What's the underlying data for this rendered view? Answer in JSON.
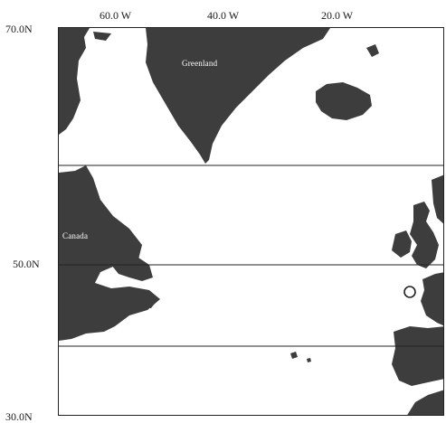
{
  "map": {
    "longitude_labels": [
      {
        "name": "lon-60w",
        "text": "60.0 W"
      },
      {
        "name": "lon-40w",
        "text": "40.0 W"
      },
      {
        "name": "lon-20w",
        "text": "20.0 W"
      }
    ],
    "latitude_labels": [
      {
        "name": "lat-70n",
        "text": "70.0N"
      },
      {
        "name": "lat-50n",
        "text": "50.0N"
      },
      {
        "name": "lat-30n",
        "text": "30.0N"
      }
    ],
    "places": [
      {
        "name": "greenland",
        "text": "Greenland"
      },
      {
        "name": "canada",
        "text": "Canada"
      }
    ],
    "colors": {
      "land": "#3d3d3d",
      "ocean": "#ffffff",
      "gridline": "#222222"
    }
  }
}
